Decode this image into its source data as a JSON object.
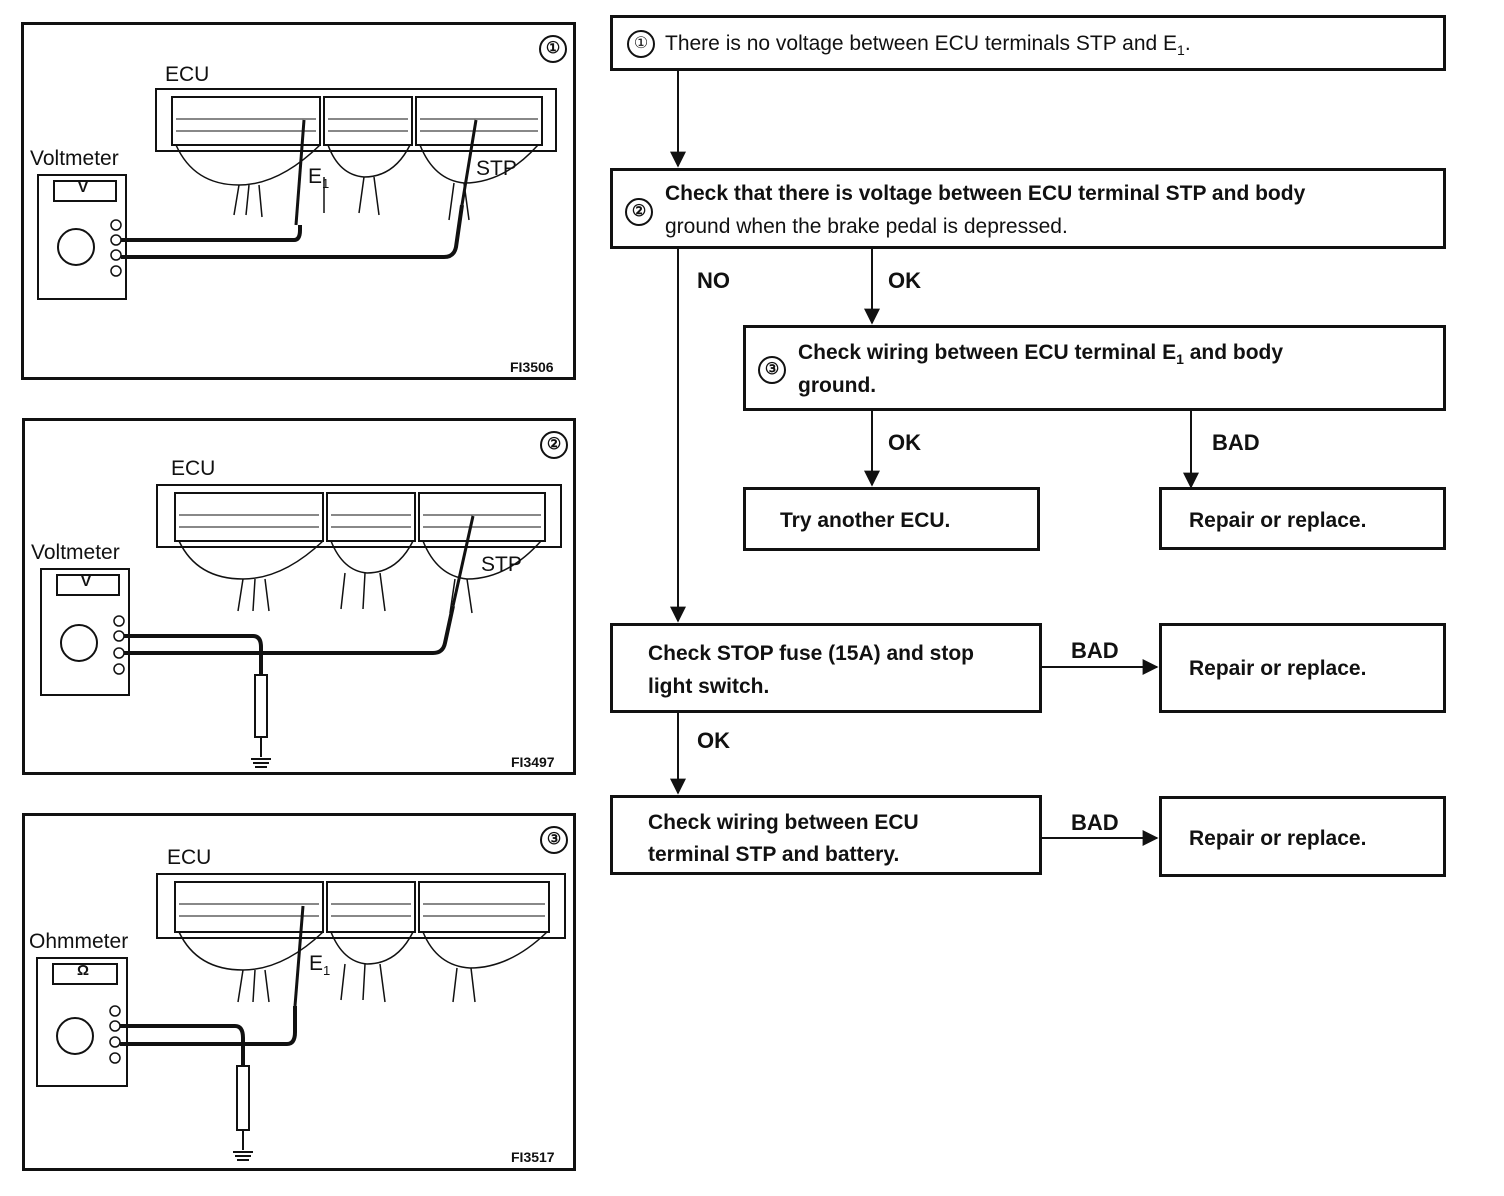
{
  "panels": [
    {
      "num": "①",
      "ecu": "ECU",
      "meter": "Voltmeter",
      "meter_symbol": "V",
      "probe1": "E",
      "probe1_sub": "1",
      "probe2": "STP",
      "fig": "FI3506"
    },
    {
      "num": "②",
      "ecu": "ECU",
      "meter": "Voltmeter",
      "meter_symbol": "V",
      "probe2": "STP",
      "fig": "FI3497"
    },
    {
      "num": "③",
      "ecu": "ECU",
      "meter": "Ohmmeter",
      "meter_symbol": "Ω",
      "probe1": "E",
      "probe1_sub": "1",
      "fig": "FI3517"
    }
  ],
  "flow": {
    "step1": {
      "num": "①",
      "text": "There is no voltage between ECU terminals STP and E",
      "sub": "1",
      "end": "."
    },
    "step2": {
      "num": "②",
      "line1": "Check that there is voltage between ECU terminal STP and body",
      "line2": "ground when the brake pedal is depressed."
    },
    "step3": {
      "num": "③",
      "line1a": "Check wiring between ECU terminal E",
      "line1sub": "1",
      "line1b": " and body",
      "line2": "ground."
    },
    "try_ecu": "Try another ECU.",
    "repair1": "Repair or replace.",
    "fuse": {
      "line1": "Check STOP fuse (15A) and stop",
      "line2": "light switch."
    },
    "repair2": "Repair or replace.",
    "wiring": {
      "line1": "Check wiring between ECU",
      "line2": "terminal STP and battery."
    },
    "repair3": "Repair or replace.",
    "labels": {
      "no": "NO",
      "ok": "OK",
      "bad": "BAD"
    }
  }
}
